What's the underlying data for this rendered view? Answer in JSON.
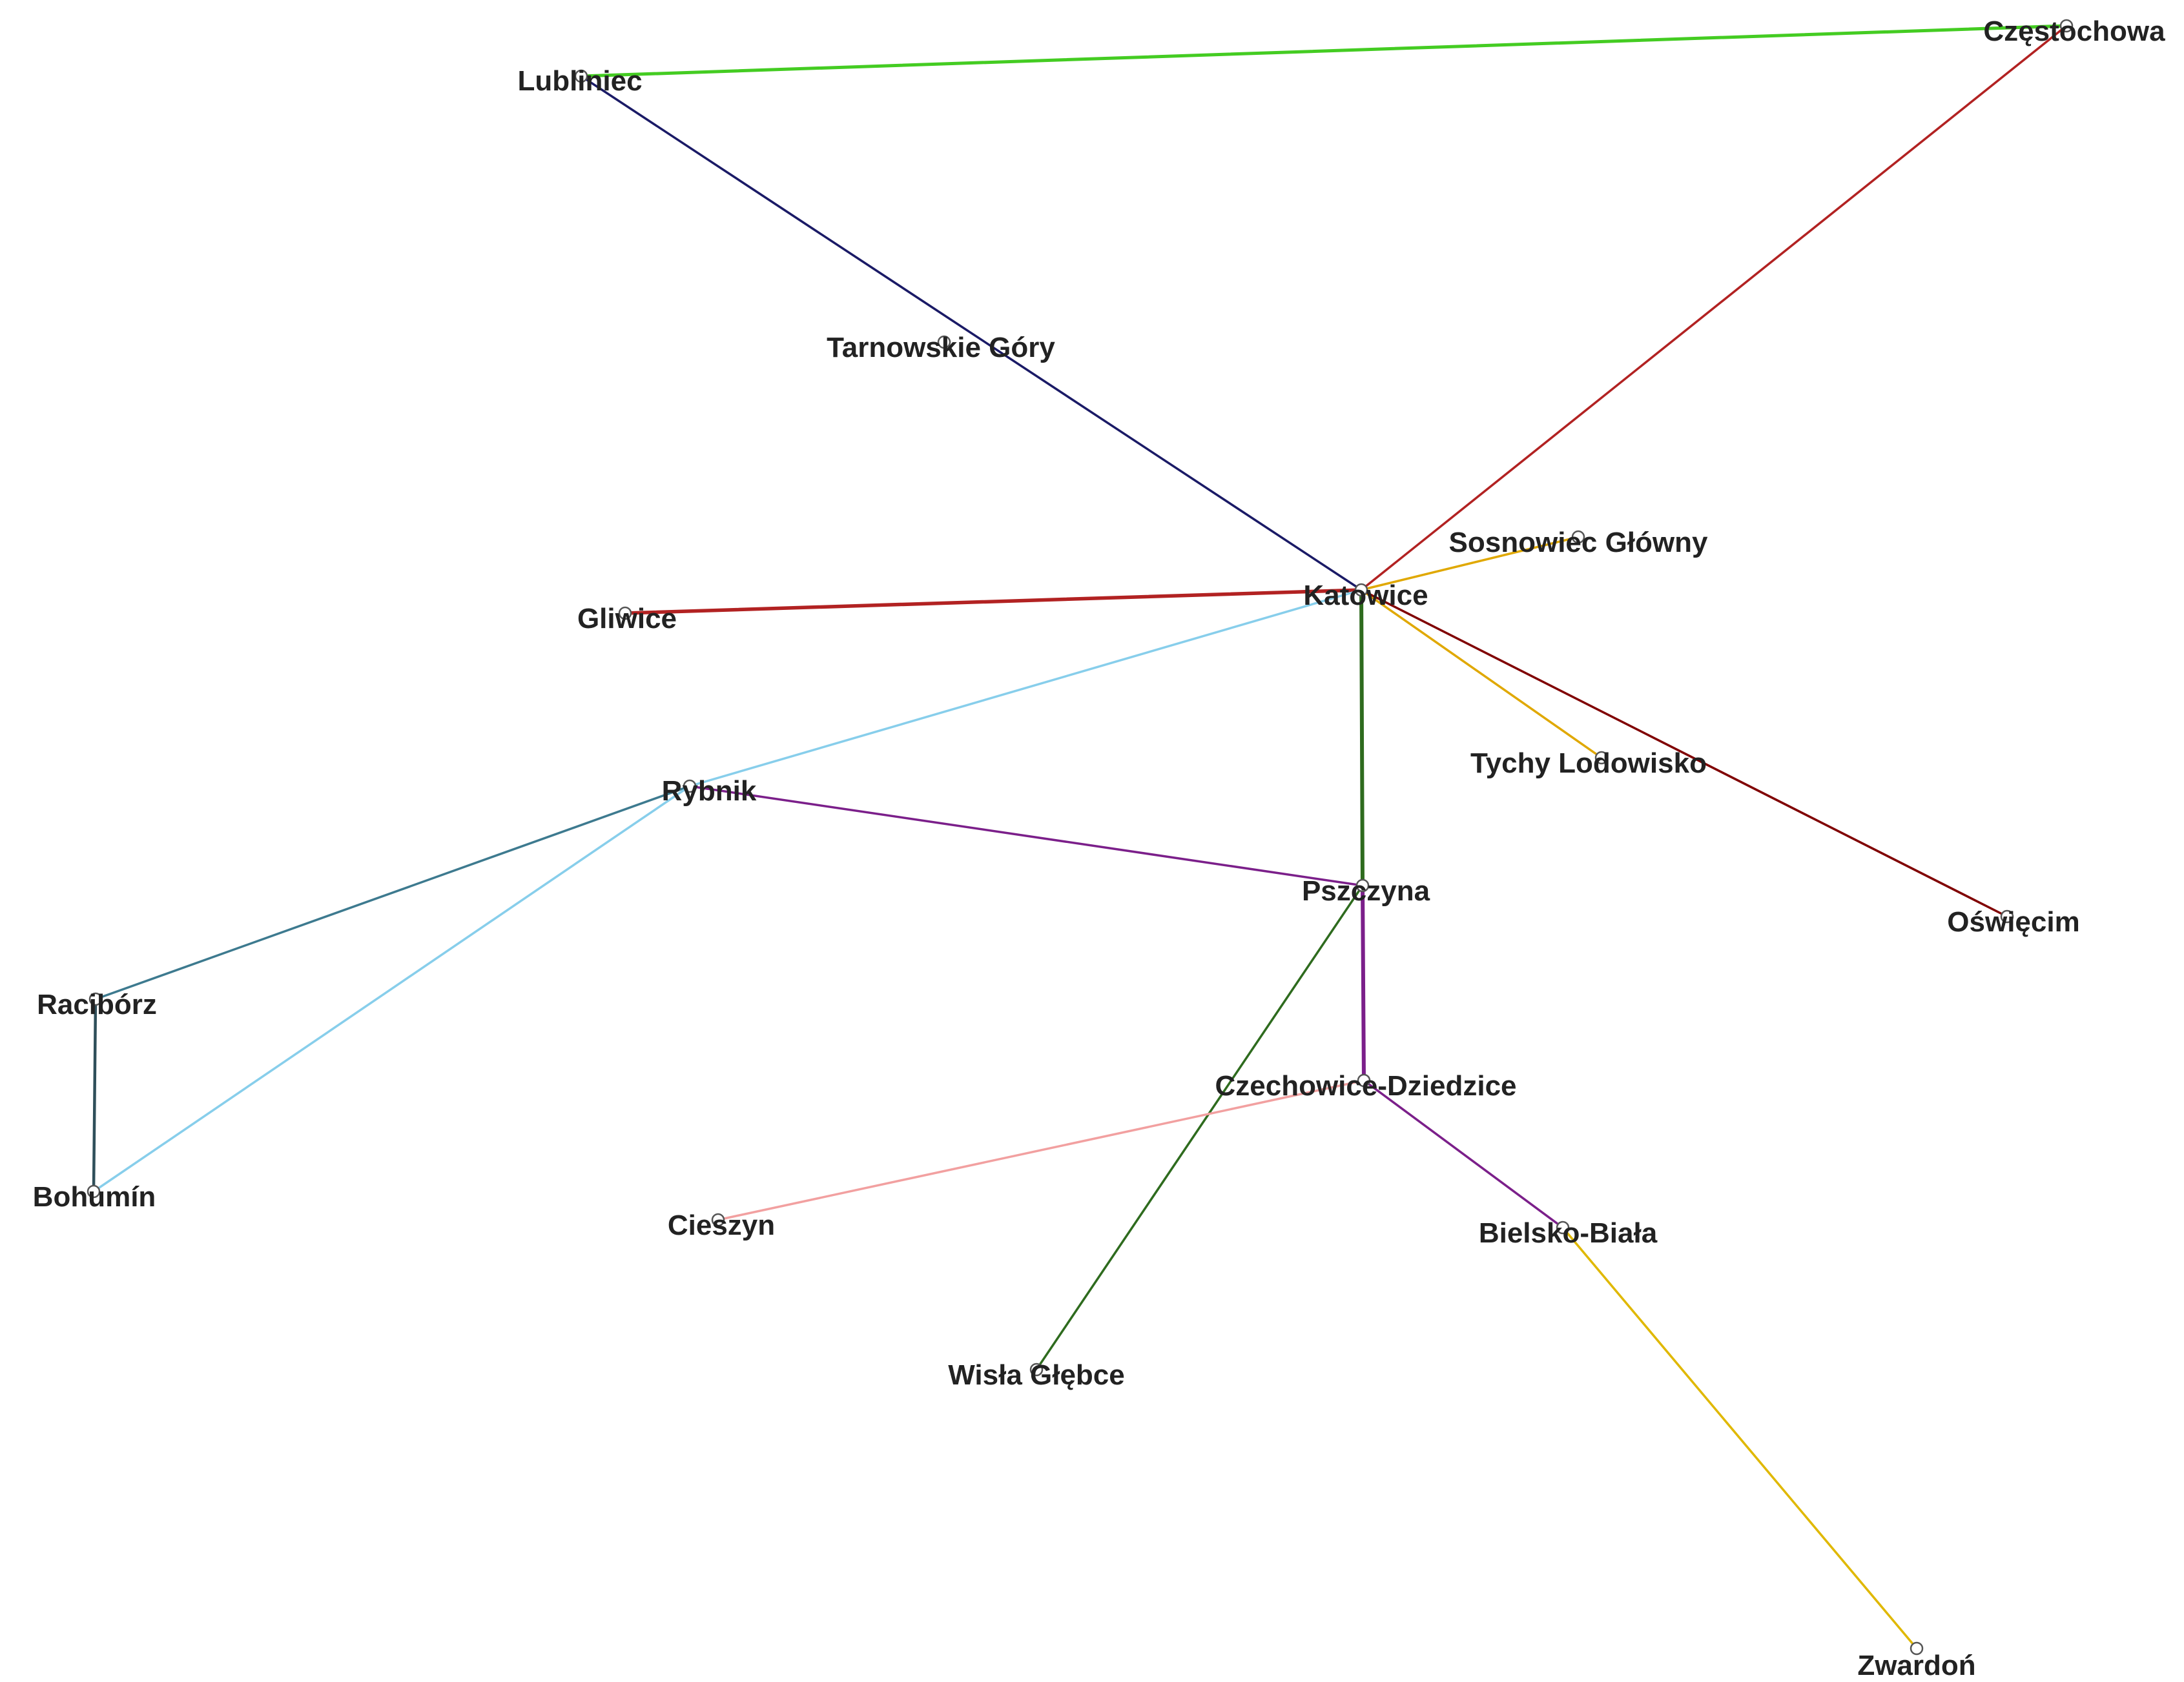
{
  "stations": [
    {
      "id": "czestochowa",
      "label": "Częstochowa"
    },
    {
      "id": "lubliniec",
      "label": "Lubliniec"
    },
    {
      "id": "tarnowskie-gory",
      "label": "Tarnowskie Góry"
    },
    {
      "id": "sosnowiec",
      "label": "Sosnowiec Główny"
    },
    {
      "id": "katowice",
      "label": "Katowice"
    },
    {
      "id": "gliwice",
      "label": "Gliwice"
    },
    {
      "id": "tychy",
      "label": "Tychy Lodowisko"
    },
    {
      "id": "rybnik",
      "label": "Rybnik"
    },
    {
      "id": "pszczyna",
      "label": "Pszczyna"
    },
    {
      "id": "oswiecim",
      "label": "Oświęcim"
    },
    {
      "id": "raciborz",
      "label": "Racibórz"
    },
    {
      "id": "czechowice",
      "label": "Czechowice-Dziedzice"
    },
    {
      "id": "bohumin",
      "label": "Bohumín"
    },
    {
      "id": "cieszyn",
      "label": "Cieszyn"
    },
    {
      "id": "bielsko",
      "label": "Bielsko-Biała"
    },
    {
      "id": "wisla",
      "label": "Wisła Głębce"
    },
    {
      "id": "zwardon",
      "label": "Zwardoń"
    }
  ],
  "connections": [
    {
      "from": "lubliniec",
      "to": "czestochowa",
      "color": "#44cc22"
    },
    {
      "from": "lubliniec",
      "to": "katowice",
      "color": "#1a1a66"
    },
    {
      "from": "katowice",
      "to": "czestochowa",
      "color": "#b22222"
    },
    {
      "from": "katowice",
      "to": "sosnowiec",
      "color": "#e0a800"
    },
    {
      "from": "gliwice",
      "to": "katowice",
      "color": "#b22222"
    },
    {
      "from": "katowice",
      "to": "tychy",
      "color": "#e0a800"
    },
    {
      "from": "katowice",
      "to": "oswiecim",
      "color": "#800000"
    },
    {
      "from": "katowice",
      "to": "rybnik",
      "color": "#87ceeb"
    },
    {
      "from": "katowice",
      "to": "pszczyna",
      "color": "#2e6b1e"
    },
    {
      "from": "rybnik",
      "to": "pszczyna",
      "color": "#7b1f8a"
    },
    {
      "from": "rybnik",
      "to": "raciborz",
      "color": "#3d7a8f"
    },
    {
      "from": "rybnik",
      "to": "bohumin",
      "color": "#87ceeb"
    },
    {
      "from": "raciborz",
      "to": "bohumin",
      "color": "#2f4f5a"
    },
    {
      "from": "pszczyna",
      "to": "czechowice",
      "color": "#7b1f8a"
    },
    {
      "from": "pszczyna",
      "to": "wisla",
      "color": "#2e6b1e"
    },
    {
      "from": "czechowice",
      "to": "bielsko",
      "color": "#7b1f8a"
    },
    {
      "from": "czechowice",
      "to": "cieszyn",
      "color": "#f2a0a0"
    },
    {
      "from": "bielsko",
      "to": "zwardon",
      "color": "#e0b800"
    }
  ]
}
